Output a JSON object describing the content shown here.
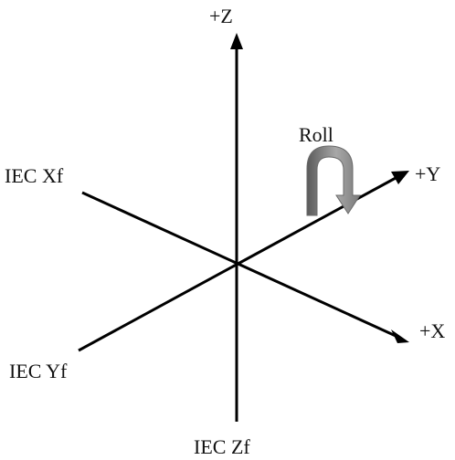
{
  "labels": {
    "plus_z": "+Z",
    "plus_y": "+Y",
    "plus_x": "+X",
    "iec_xf": "IEC Xf",
    "iec_yf": "IEC Yf",
    "iec_zf": "IEC Zf",
    "roll": "Roll"
  },
  "colors": {
    "axes": "#000000",
    "roll_arrow_dark": "#5a5a5a",
    "roll_arrow_light": "#b4b4b4"
  }
}
